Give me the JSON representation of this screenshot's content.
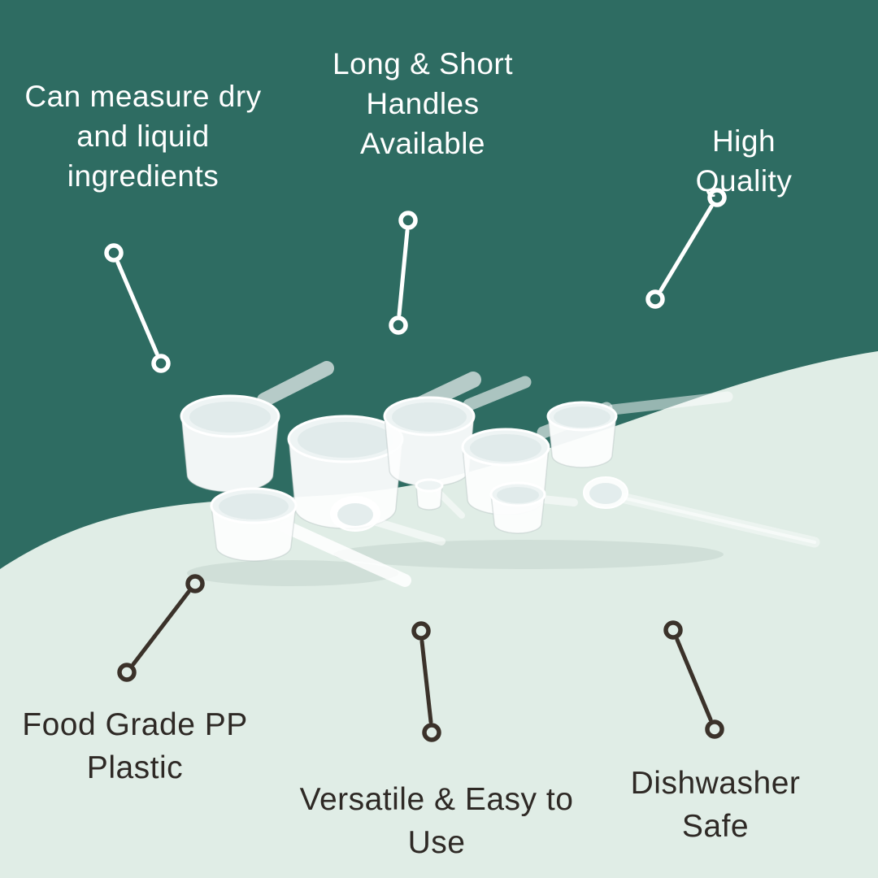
{
  "colors": {
    "teal": "#2E6C62",
    "mint": "#E0EDE6",
    "light_text": "#FFFFFF",
    "dark_text": "#2E2925",
    "connector_light": "#FFFFFF",
    "connector_dark": "#3B322A"
  },
  "callouts": {
    "measure": "Can measure dry\nand liquid\ningredients",
    "handles": "Long & Short\nHandles\nAvailable",
    "quality": "High Quality",
    "food_grade": "Food Grade PP\nPlastic",
    "versatile": "Versatile & Easy to\nUse",
    "dishwasher": "Dishwasher Safe"
  },
  "product_image": "white-plastic-measuring-scoops-and-spoons"
}
